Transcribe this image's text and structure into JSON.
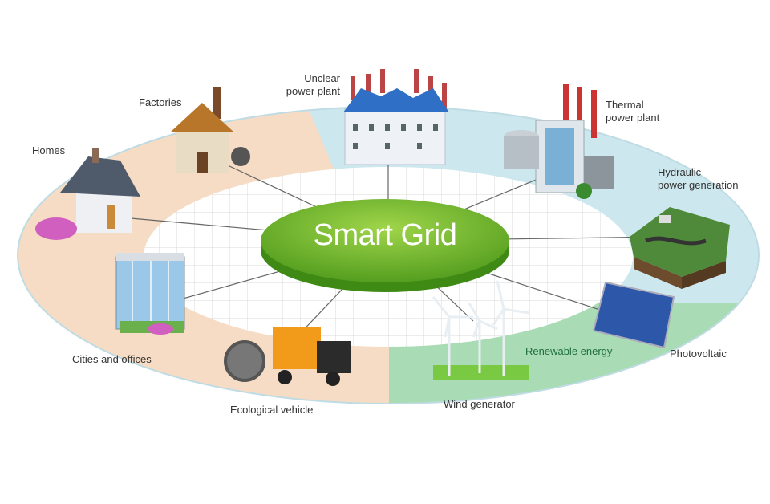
{
  "center": {
    "title": "Smart Grid"
  },
  "nodes": {
    "factories": "Factories",
    "homes": "Homes",
    "nuclear_line1": "Unclear",
    "nuclear_line2": "power plant",
    "thermal_line1": "Thermal",
    "thermal_line2": "power plant",
    "hydraulic_line1": "Hydraulic",
    "hydraulic_line2": "power generation",
    "cities": "Cities and offices",
    "vehicle": "Ecological vehicle",
    "wind": "Wind generator",
    "renewable": "Renewable energy",
    "photovoltaic": "Photovoltaic"
  },
  "colors": {
    "consumer": "#f6dcc4",
    "producer": "#cde7ee",
    "renewable": "#a9dcb4",
    "hub": "#6dbb2a"
  }
}
